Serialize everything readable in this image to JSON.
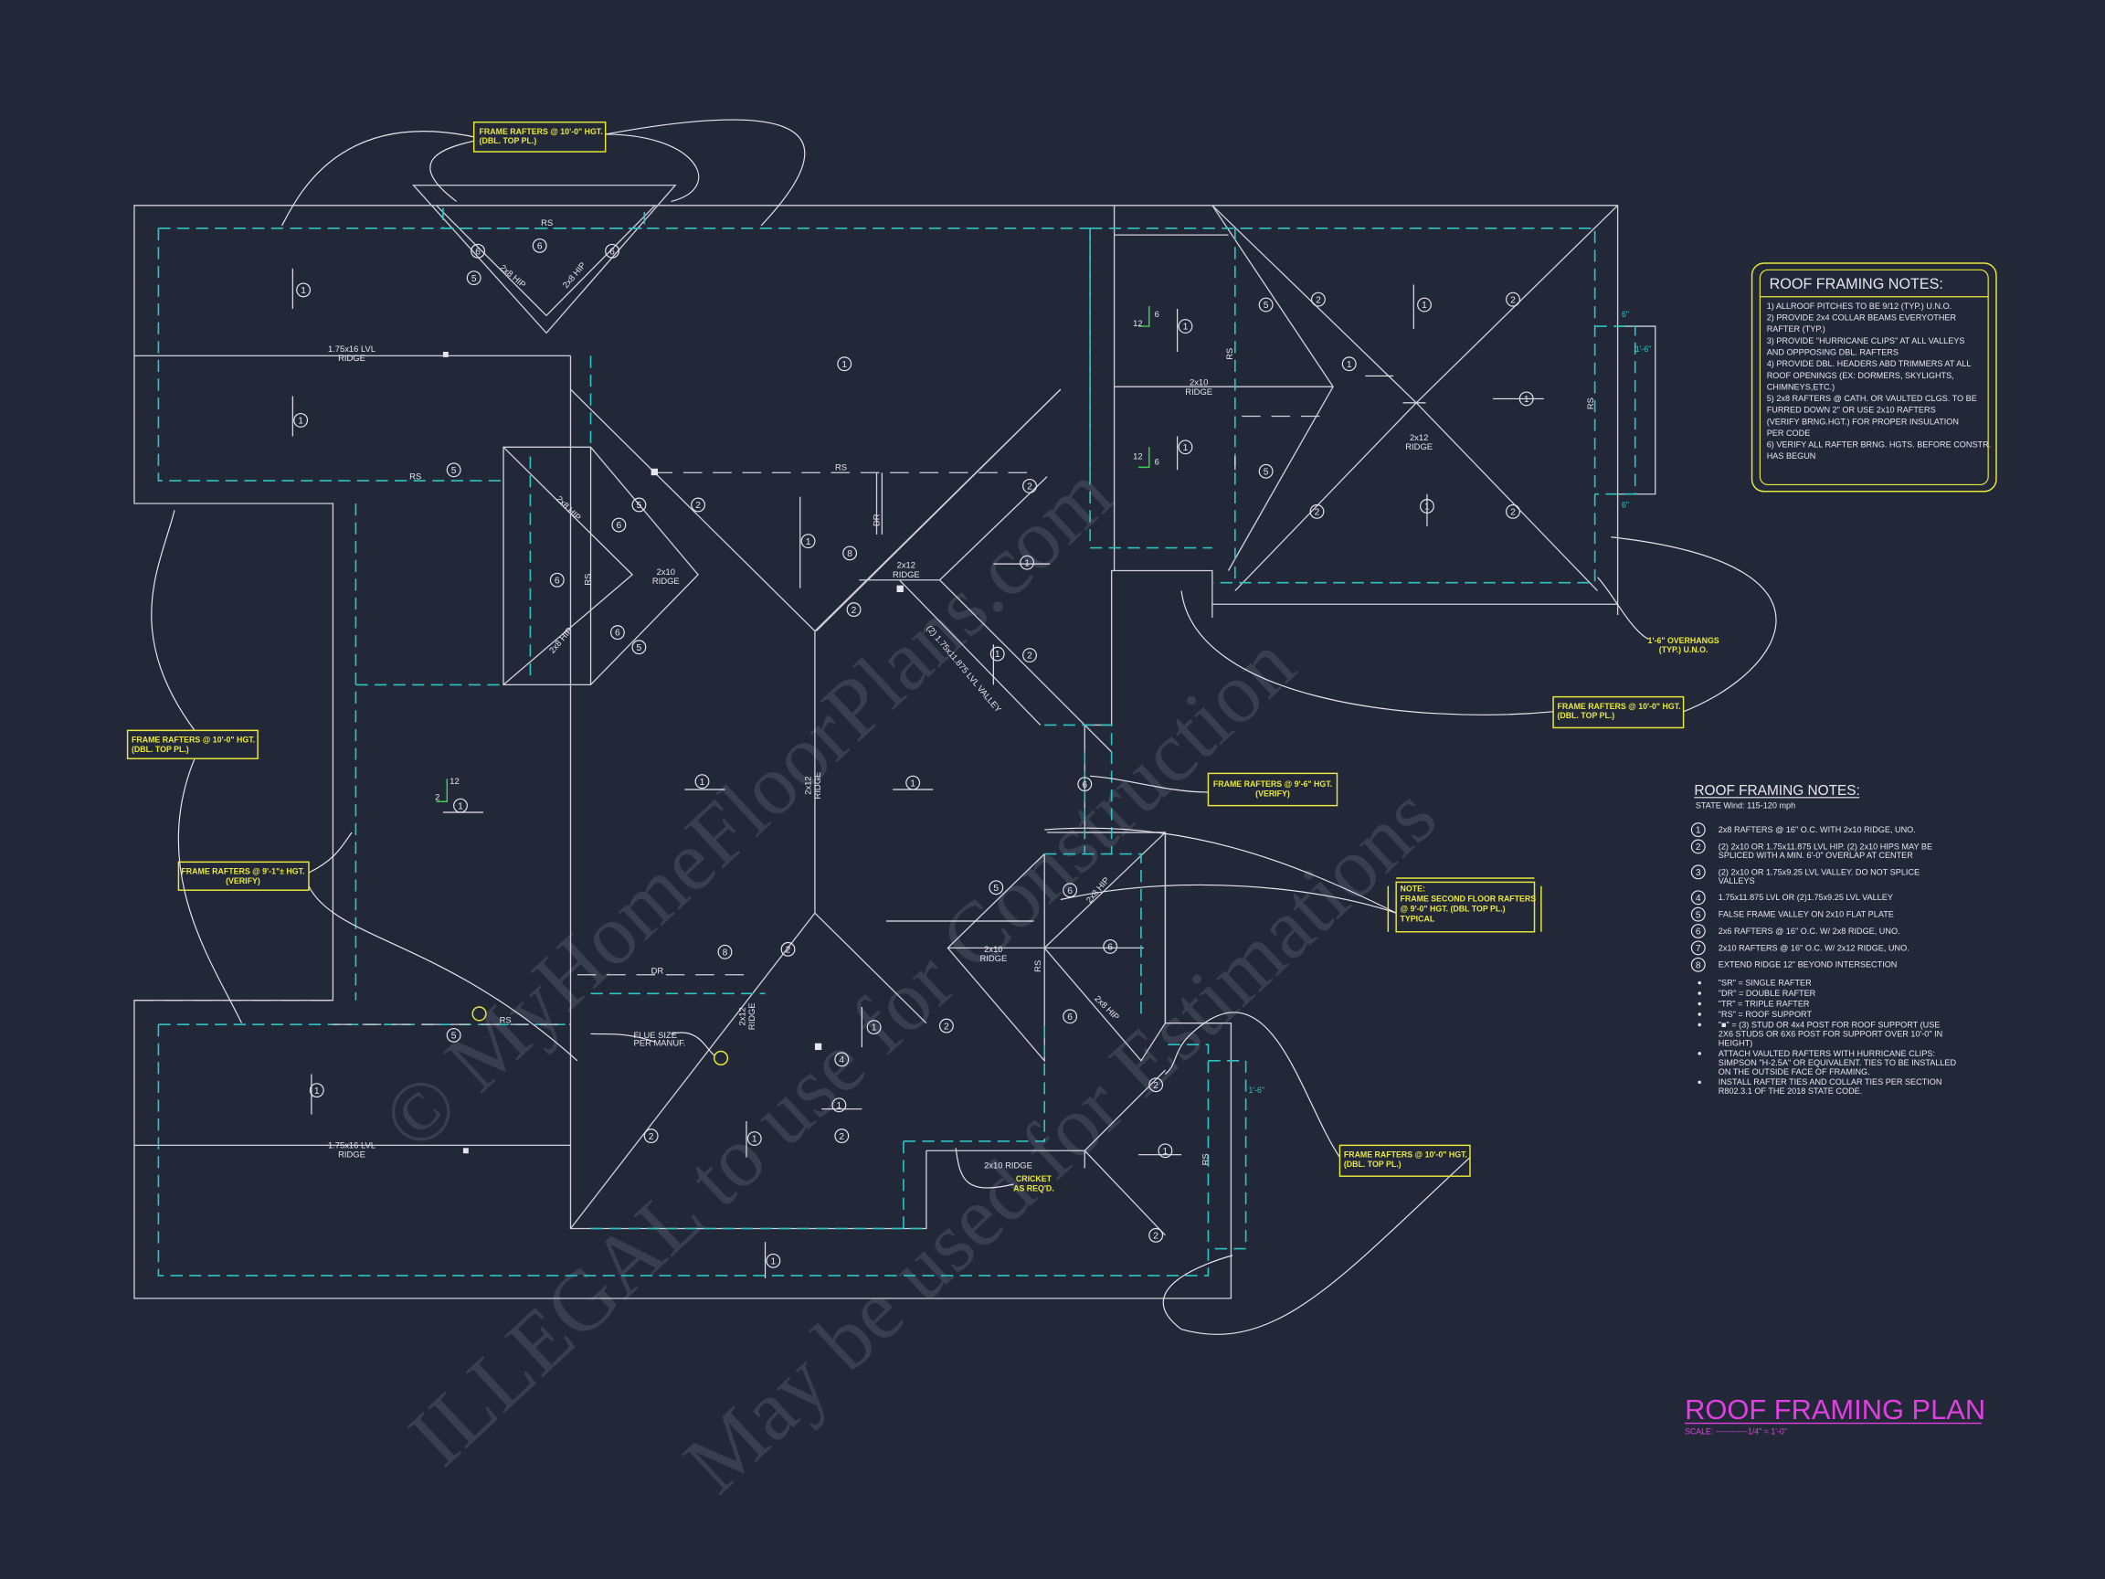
{
  "watermark": [
    "© MyHomeFloorPlans.com",
    "ILLEGAL to use for Construction",
    "May be used for Estimations"
  ],
  "title": {
    "main": "ROOF FRAMING PLAN",
    "scale": "SCALE: ------------1/4\" = 1'-0\""
  },
  "notes_top": {
    "heading": "ROOF FRAMING NOTES:",
    "lines": [
      "1) ALLROOF PITCHES TO BE  9/12 (TYP.) U.N.O.",
      "2) PROVIDE 2x4 COLLAR BEAMS EVERYOTHER",
      "    RAFTER (TYP.)",
      "3) PROVIDE \"HURRICANE CLIPS\" AT ALL VALLEYS",
      "    AND OPPPOSING DBL. RAFTERS",
      "4) PROVIDE DBL. HEADERS ABD TRIMMERS AT ALL",
      "    ROOF OPENINGS (EX: DORMERS, SKYLIGHTS,",
      "    CHIMNEYS,ETC.)",
      "5) 2x8 RAFTERS @ CATH. OR VAULTED CLGS. TO BE",
      "    FURRED DOWN 2\" OR USE 2x10 RAFTERS",
      "    (VERIFY BRNG.HGT.) FOR PROPER INSULATION",
      "    PER CODE",
      "6) VERIFY ALL RAFTER BRNG. HGTS. BEFORE CONSTR.",
      "    HAS BEGUN"
    ]
  },
  "notes_bottom": {
    "heading": "ROOF FRAMING NOTES:",
    "subheading": "STATE Wind: 115-120 mph",
    "items": [
      {
        "num": "1",
        "lines": [
          "2x8 RAFTERS @ 16\" O.C. WITH 2x10 RIDGE, UNO."
        ]
      },
      {
        "num": "2",
        "lines": [
          "(2) 2x10 OR 1.75x11.875 LVL HIP. (2) 2x10 HIPS MAY BE",
          "SPLICED WITH A MIN. 6'-0\" OVERLAP AT CENTER"
        ]
      },
      {
        "num": "3",
        "lines": [
          "(2) 2x10 OR 1.75x9.25 LVL VALLEY. DO NOT SPLICE",
          "VALLEYS"
        ]
      },
      {
        "num": "4",
        "lines": [
          "1.75x11.875 LVL OR (2)1.75x9.25 LVL VALLEY"
        ]
      },
      {
        "num": "5",
        "lines": [
          "FALSE FRAME VALLEY ON 2x10 FLAT PLATE"
        ]
      },
      {
        "num": "6",
        "lines": [
          "2x6 RAFTERS @ 16\" O.C. W/ 2x8 RIDGE, UNO."
        ]
      },
      {
        "num": "7",
        "lines": [
          "2x10 RAFTERS @ 16\" O.C. W/ 2x12 RIDGE, UNO."
        ]
      },
      {
        "num": "8",
        "lines": [
          "EXTEND RIDGE 12\" BEYOND INTERSECTION"
        ]
      }
    ],
    "bullets": [
      [
        "\"SR\"  = SINGLE RAFTER"
      ],
      [
        "\"DR\" = DOUBLE RAFTER"
      ],
      [
        "\"TR\" = TRIPLE RAFTER"
      ],
      [
        "\"RS\" = ROOF SUPPORT"
      ],
      [
        "\"■\" = (3) STUD OR 4x4 POST FOR ROOF SUPPORT (USE",
        "2X6 STUDS OR 6X6 POST FOR SUPPORT OVER 10'-0\" IN",
        "HEIGHT)"
      ],
      [
        "ATTACH VAULTED RAFTERS WITH HURRICANE CLIPS:",
        "SIMPSON \"H-2.5A\" OR EQUIVALENT. TIES TO BE INSTALLED",
        "ON THE OUTSIDE FACE OF FRAMING."
      ],
      [
        "INSTALL RAFTER TIES AND COLLAR TIES PER SECTION",
        "R802.3.1 OF THE 2018 STATE CODE."
      ]
    ]
  },
  "callouts": {
    "frame_10_top": [
      "FRAME RAFTERS @ 10'-0\" HGT.",
      "(DBL. TOP PL.)"
    ],
    "frame_10_left": [
      "FRAME RAFTERS @ 10'-0\" HGT.",
      "(DBL. TOP PL.)"
    ],
    "frame_9_1": [
      "FRAME RAFTERS @ 9'-1\"± HGT.",
      "(VERIFY)"
    ],
    "frame_9_6": [
      "FRAME RAFTERS @ 9'-6\" HGT.",
      "(VERIFY)"
    ],
    "second_floor_note": [
      "NOTE:",
      "FRAME SECOND FLOOR RAFTERS",
      "@ 9'-0\" HGT. (DBL TOP PL.)",
      "TYPICAL"
    ],
    "frame_10_right": [
      "FRAME RAFTERS @ 10'-0\" HGT.",
      "(DBL. TOP PL.)"
    ],
    "frame_10_lower_right": [
      "FRAME RAFTERS @ 10'-0\" HGT.",
      "(DBL. TOP PL.)"
    ],
    "overhangs": [
      "1'-6\" OVERHANGS",
      "(TYP.) U.N.O."
    ],
    "cricket": [
      "CRICKET",
      "AS REQ'D."
    ]
  },
  "plan_labels": {
    "lvl_ridge_top": [
      "1.75x16 LVL",
      "RIDGE"
    ],
    "lvl_ridge_bottom": [
      "1.75x16 LVL",
      "RIDGE"
    ],
    "hip_2x8": "2x8 HIP",
    "ridge_2x10": [
      "2x10",
      "RIDGE"
    ],
    "ridge_2x12": [
      "2x12",
      "RIDGE"
    ],
    "ridge_2x10_inline": "2x10 RIDGE",
    "lvl_valley": "(2) 1.75x11.875 LVL VALLEY",
    "rs": "RS",
    "dr": "DR",
    "flue": [
      "FLUE SIZE",
      "PER MANUF."
    ],
    "dim_6": "6\"",
    "dim_1_6": "1'-6\"",
    "pitch_12": "12",
    "pitch_2": "2",
    "pitch_6": "6"
  },
  "circle_numbers": [
    "1",
    "2",
    "3",
    "4",
    "5",
    "6",
    "7",
    "8"
  ],
  "colors": {
    "background": "#232839",
    "lines": "#cfd0da",
    "walls": "#2ec4c4",
    "callouts": "#e8e83a",
    "title": "#e040e0"
  }
}
